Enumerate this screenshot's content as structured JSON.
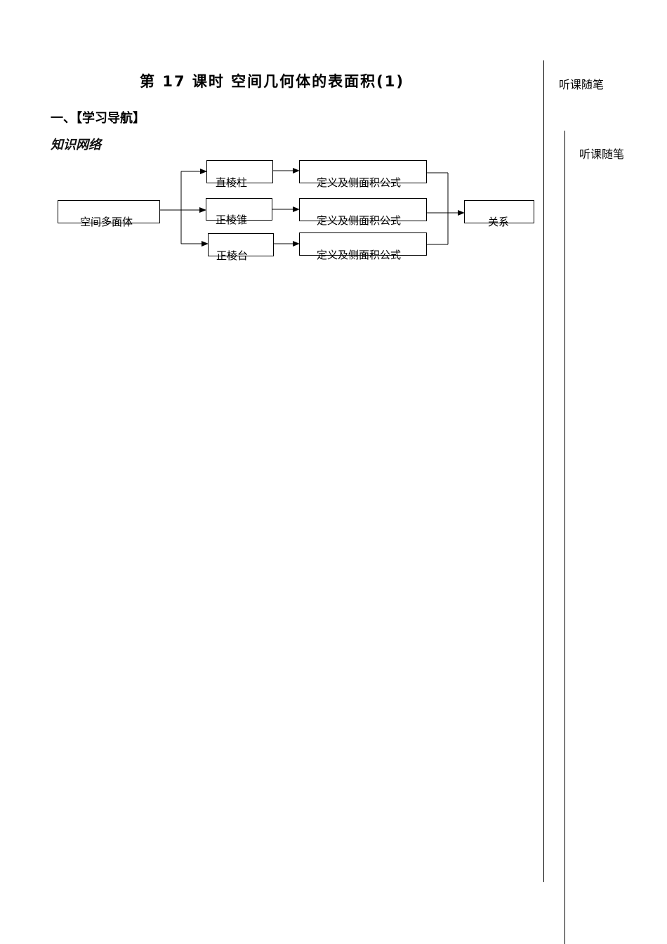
{
  "title": "第 17 课时  空间几何体的表面积(1)",
  "section": "一、【学习导航】",
  "subsection": "知识网络",
  "sidebar_notes": [
    "听课随笔",
    "听课随笔"
  ],
  "diagram": {
    "root": "空间多面体",
    "branches": [
      {
        "label": "直棱柱",
        "detail": "定义及侧面积公式"
      },
      {
        "label": "正棱锥",
        "detail": "定义及侧面积公式"
      },
      {
        "label": "正棱台",
        "detail": "定义及侧面积公式"
      }
    ],
    "result": "关系"
  }
}
